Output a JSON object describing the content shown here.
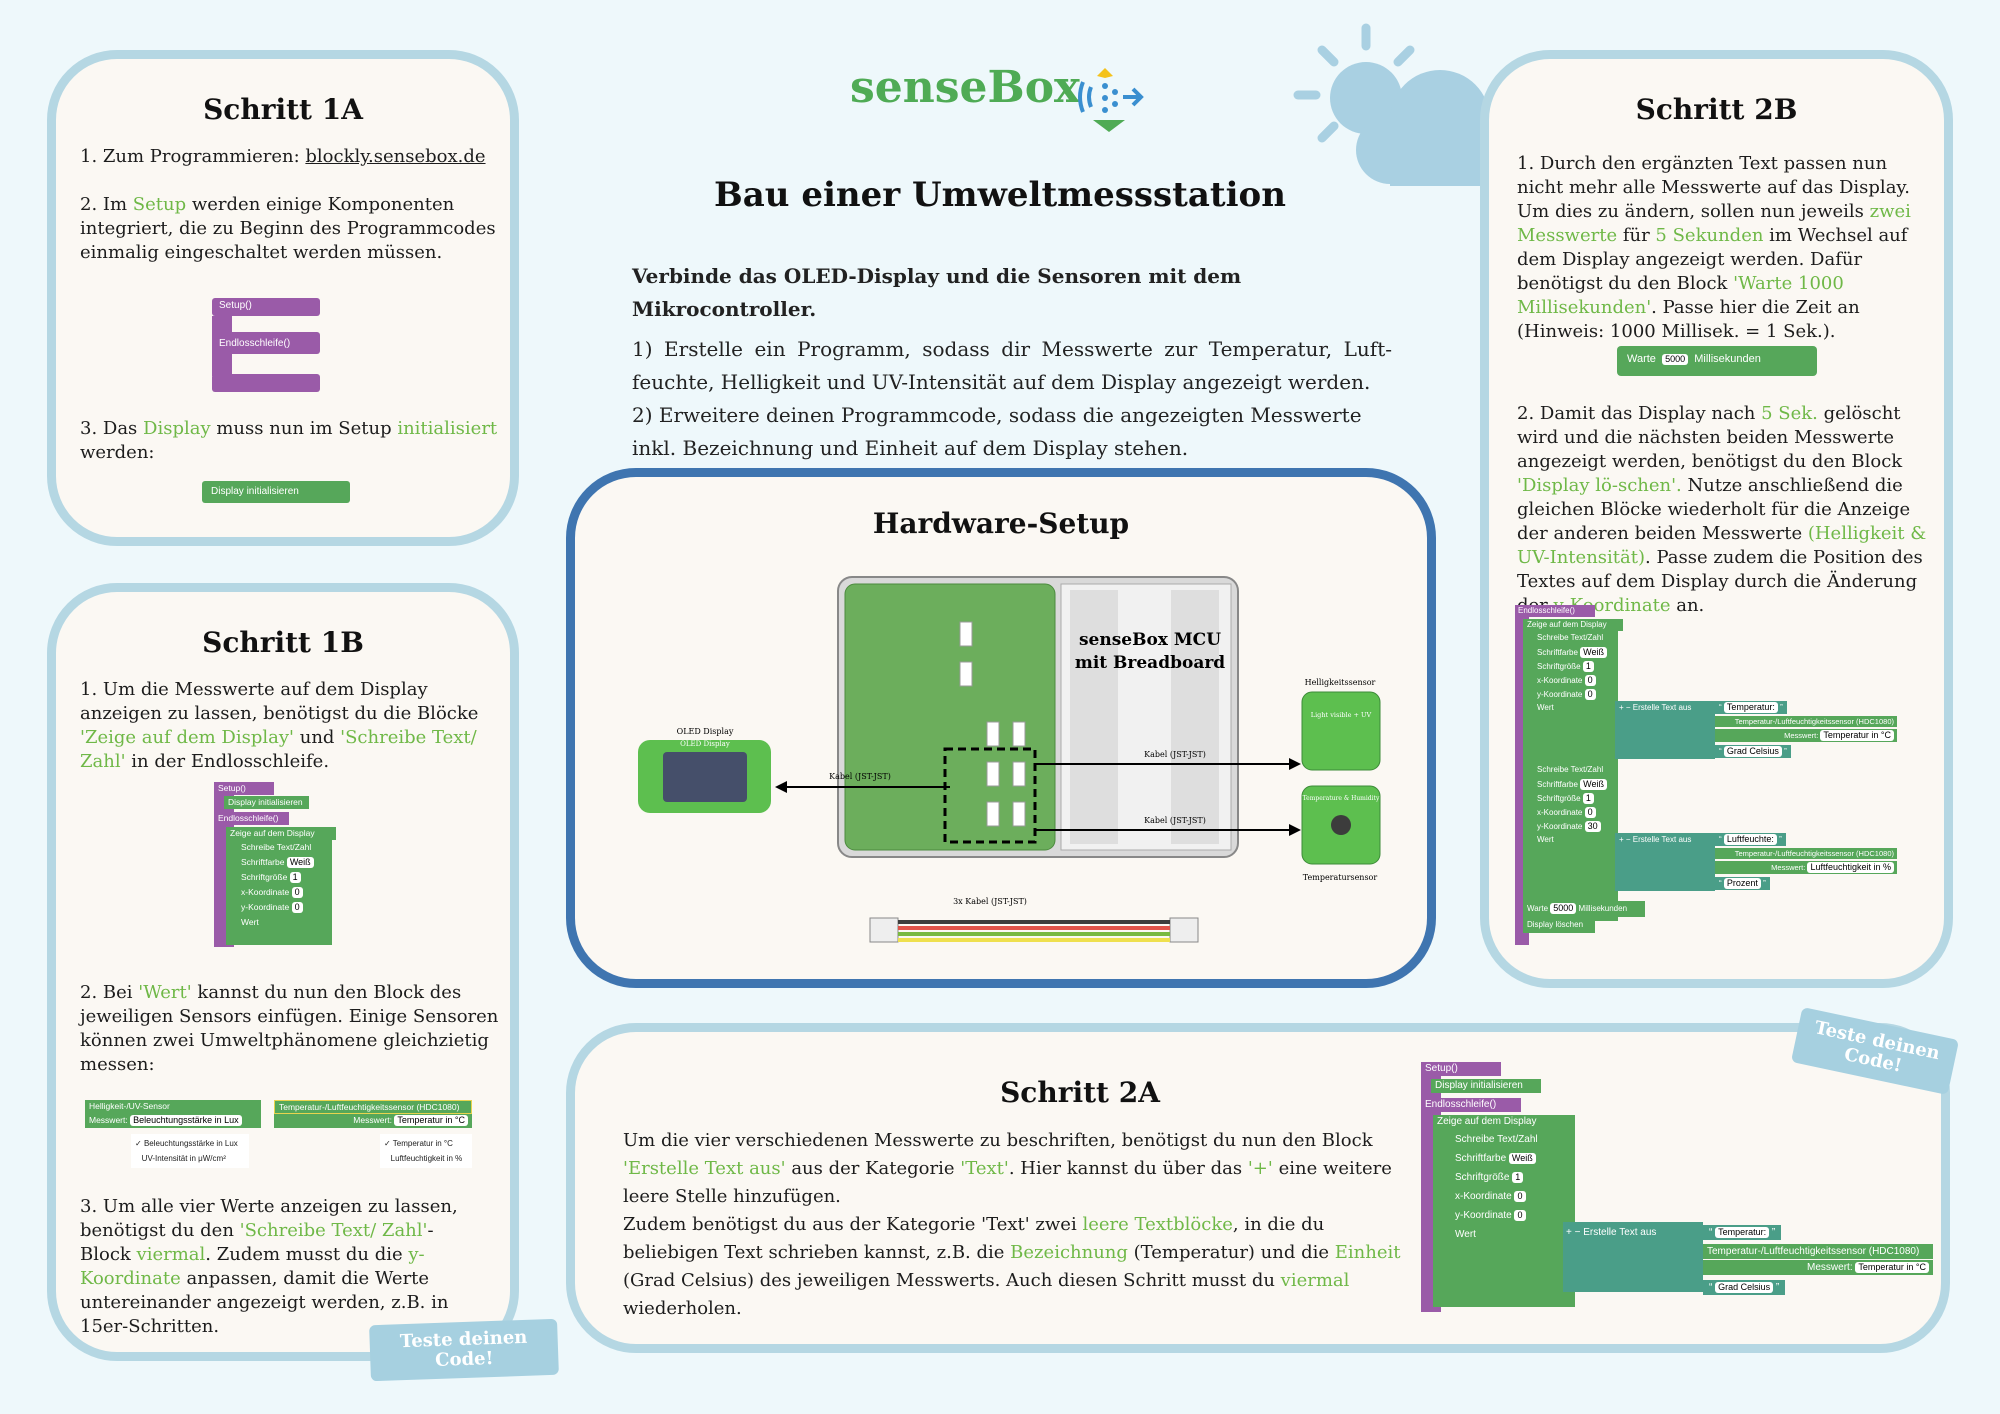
{
  "logo": {
    "name": "senseBox"
  },
  "title": "Bau einer Umweltmessstation",
  "intro": {
    "lead": "Verbinde das OLED-Display und die Sensoren mit dem Mikrocontroller.",
    "task1": "1) Erstelle ein Programm, sodass dir Messwerte zur Temperatur, Luft-feuchte, Helligkeit und UV-Intensität auf dem Display angezeigt werden.",
    "task2": "2) Erweitere deinen Programmcode, sodass die angezeigten Messwerte inkl. Bezeichnung und Einheit auf dem Display stehen."
  },
  "s1a": {
    "title": "Schritt 1A",
    "p1_pre": "1. Zum Programmieren: ",
    "p1_link": "blockly.sensebox.de",
    "p2_pre": "2. Im ",
    "p2_hl": "Setup",
    "p2_post": " werden einige Komponenten integriert, die zu Beginn des Programmcodes einmalig eingeschaltet werden müssen.",
    "p3_pre": "3. Das ",
    "p3_hl1": "Display",
    "p3_mid": " muss nun im Setup ",
    "p3_hl2": "initialisiert",
    "p3_post": " werden:",
    "blk_setup": "Setup()",
    "blk_loop": "Endlosschleife()",
    "blk_init": "Display initialisieren"
  },
  "s1b": {
    "title": "Schritt 1B",
    "p1_pre": "1. Um die Messwerte auf dem Display anzeigen zu lassen, benötigst du die Blöcke ",
    "p1_hl1": "'Zeige auf dem Display'",
    "p1_mid": " und ",
    "p1_hl2": "'Schreibe Text/ Zahl'",
    "p1_post": " in der Endlosschleife.",
    "p2_pre": "2. Bei ",
    "p2_hl": "'Wert'",
    "p2_post": " kannst du nun den Block des jeweiligen Sensors einfügen. Einige Sensoren können zwei Umweltphänomene gleichzietig messen:",
    "p3_pre": "3. Um alle vier Werte anzeigen zu lassen, benötigst du den ",
    "p3_hl1": "'Schreibe Text/ Zahl'",
    "p3_mid1": "-Block ",
    "p3_hl2": "viermal",
    "p3_mid2": ". Zudem musst du die ",
    "p3_hl3": "y-Koordinate",
    "p3_post": " anpassen, damit die Werte untereinander angezeigt werden, z.B. in 15er-Schritten.",
    "code": [
      "Setup()",
      "Display initialisieren",
      "Endlosschleife()",
      "Zeige auf dem Display",
      "Schreibe Text/Zahl",
      "Schriftfarbe",
      "Weiß",
      "Schriftgröße",
      "1",
      "x-Koordinate",
      "0",
      "y-Koordinate",
      "0",
      "Wert"
    ],
    "sensor1": {
      "name": "Helligkeit-/UV-Sensor",
      "label": "Messwert:",
      "value": "Beleuchtungsstärke in Lux",
      "opt1": "Beleuchtungsstärke in Lux",
      "opt2": "UV-Intensität in μW/cm²"
    },
    "sensor2": {
      "name": "Temperatur-/Luftfeuchtigkeitssensor (HDC1080)",
      "label": "Messwert:",
      "value": "Temperatur in °C",
      "opt1": "Temperatur in °C",
      "opt2": "Luftfeuchtigkeit in %"
    },
    "stamp": "Teste deinen Code!"
  },
  "hw": {
    "title": "Hardware-Setup",
    "mcu": "senseBox MCU mit Breadboard",
    "oled": "OLED Display",
    "oled_screen": "OLED Display",
    "cable1": "Kabel (JST-JST)",
    "cable2": "Kabel (JST-JST)",
    "cable3": "Kabel (JST-JST)",
    "light": "Helligkeitssensor",
    "temp": "Temperatursensor",
    "cables": "3x Kabel (JST-JST)",
    "light_board": "Light visible + UV",
    "temp_board": "Temperature & Humidity"
  },
  "s2a": {
    "title": "Schritt 2A",
    "p1_pre": "Um die vier verschiedenen Messwerte zu beschriften, benötigst du nun den Block ",
    "p1_hl1": "'Erstelle Text aus'",
    "p1_mid": " aus der Kategorie ",
    "p1_hl2": "'Text'",
    "p1_mid2": ". Hier kannst du über das ",
    "p1_hl3": "'+'",
    "p1_post": " eine weitere leere Stelle hinzufügen.",
    "p2_pre": "Zudem benötigst du aus der Kategorie 'Text' zwei ",
    "p2_hl1": "leere Textblöcke",
    "p2_mid": ", in die du beliebigen Text schrieben kannst, z.B. die ",
    "p2_hl2": "Bezeichnung",
    "p2_mid2": " (Temperatur) und die ",
    "p2_hl3": "Einheit",
    "p2_mid3": " (Grad Celsius) des jeweiligen Messwerts. Auch diesen Schritt musst du ",
    "p2_hl4": "viermal",
    "p2_post": " wiederholen.",
    "stamp": "Teste deinen Code!",
    "code": {
      "setup": "Setup()",
      "init": "Display initialisieren",
      "loop": "Endlosschleife()",
      "show": "Zeige auf dem Display",
      "write": "Schreibe Text/Zahl",
      "color": "Schriftfarbe",
      "white": "Weiß",
      "size": "Schriftgröße",
      "one": "1",
      "x": "x-Koordinate",
      "zero": "0",
      "y": "y-Koordinate",
      "val": "Wert",
      "create": "Erstelle Text aus",
      "t1": "Temperatur:",
      "sensor": "Temperatur-/Luftfeuchtigkeitssensor (HDC1080)",
      "mw": "Messwert:",
      "mwv": "Temperatur in °C",
      "t2": "Grad Celsius"
    }
  },
  "s2b": {
    "title": "Schritt 2B",
    "p1_pre": "1. Durch den ergänzten Text passen nun nicht mehr alle Messwerte auf das Display. Um dies zu ändern, sollen nun jeweils ",
    "p1_hl1": "zwei Messwerte",
    "p1_mid": " für ",
    "p1_hl2": "5 Sekunden",
    "p1_mid2": " im Wechsel auf dem Display angezeigt werden. Dafür benötigst du den Block ",
    "p1_hl3": "'Warte 1000 Millisekunden'",
    "p1_post": ". Passe hier die Zeit an (Hinweis: 1000 Millisek. = 1 Sek.).",
    "wait": "Warte",
    "wait_val": "5000",
    "wait_unit": "Millisekunden",
    "p2_pre": "2. Damit das Display nach ",
    "p2_hl1": "5 Sek.",
    "p2_mid": " gelöscht wird und die nächsten beiden Messwerte angezeigt werden, benötigst du den Block ",
    "p2_hl2": "'Display lö-schen'.",
    "p2_mid2": " Nutze anschließend die gleichen Blöcke wiederholt für die Anzeige der anderen beiden Messwerte ",
    "p2_hl3": "(Helligkeit & UV-Intensität)",
    "p2_mid3": ". Passe zudem die Position des Textes auf dem Display durch die Änderung der ",
    "p2_hl4": "y-Koordinate",
    "p2_post": " an.",
    "code": {
      "loop": "Endlosschleife()",
      "show": "Zeige auf dem Display",
      "write": "Schreibe Text/Zahl",
      "color": "Schriftfarbe",
      "white": "Weiß",
      "size": "Schriftgröße",
      "one": "1",
      "x": "x-Koordinate",
      "zero": "0",
      "y": "y-Koordinate",
      "y2": "30",
      "val": "Wert",
      "create": "Erstelle Text aus",
      "t1": "Temperatur:",
      "sensor": "Temperatur-/Luftfeuchtigkeitssensor (HDC1080)",
      "mw": "Messwert:",
      "mwv1": "Temperatur in °C",
      "t2": "Grad Celsius",
      "t3": "Luftfeuchte:",
      "mwv2": "Luftfeuchtigkeit in %",
      "t4": "Prozent",
      "wait": "Warte",
      "wait_val": "5000",
      "wait_unit": "Millisekunden",
      "clear": "Display löschen"
    }
  }
}
